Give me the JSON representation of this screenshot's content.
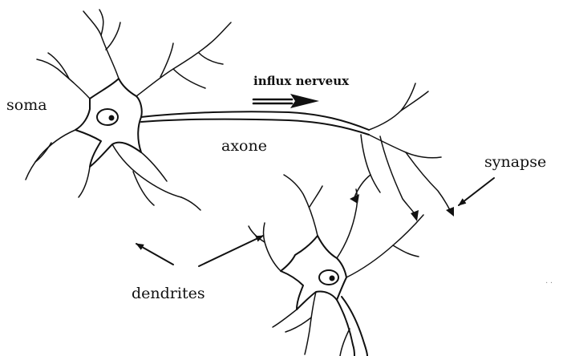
{
  "labels": {
    "soma": "soma",
    "influx": "influx nerveux",
    "axon": "axone",
    "synapse": "synapse",
    "dendrites": "dendrites"
  },
  "colors": {
    "ink": "#111111",
    "background": "#ffffff"
  }
}
